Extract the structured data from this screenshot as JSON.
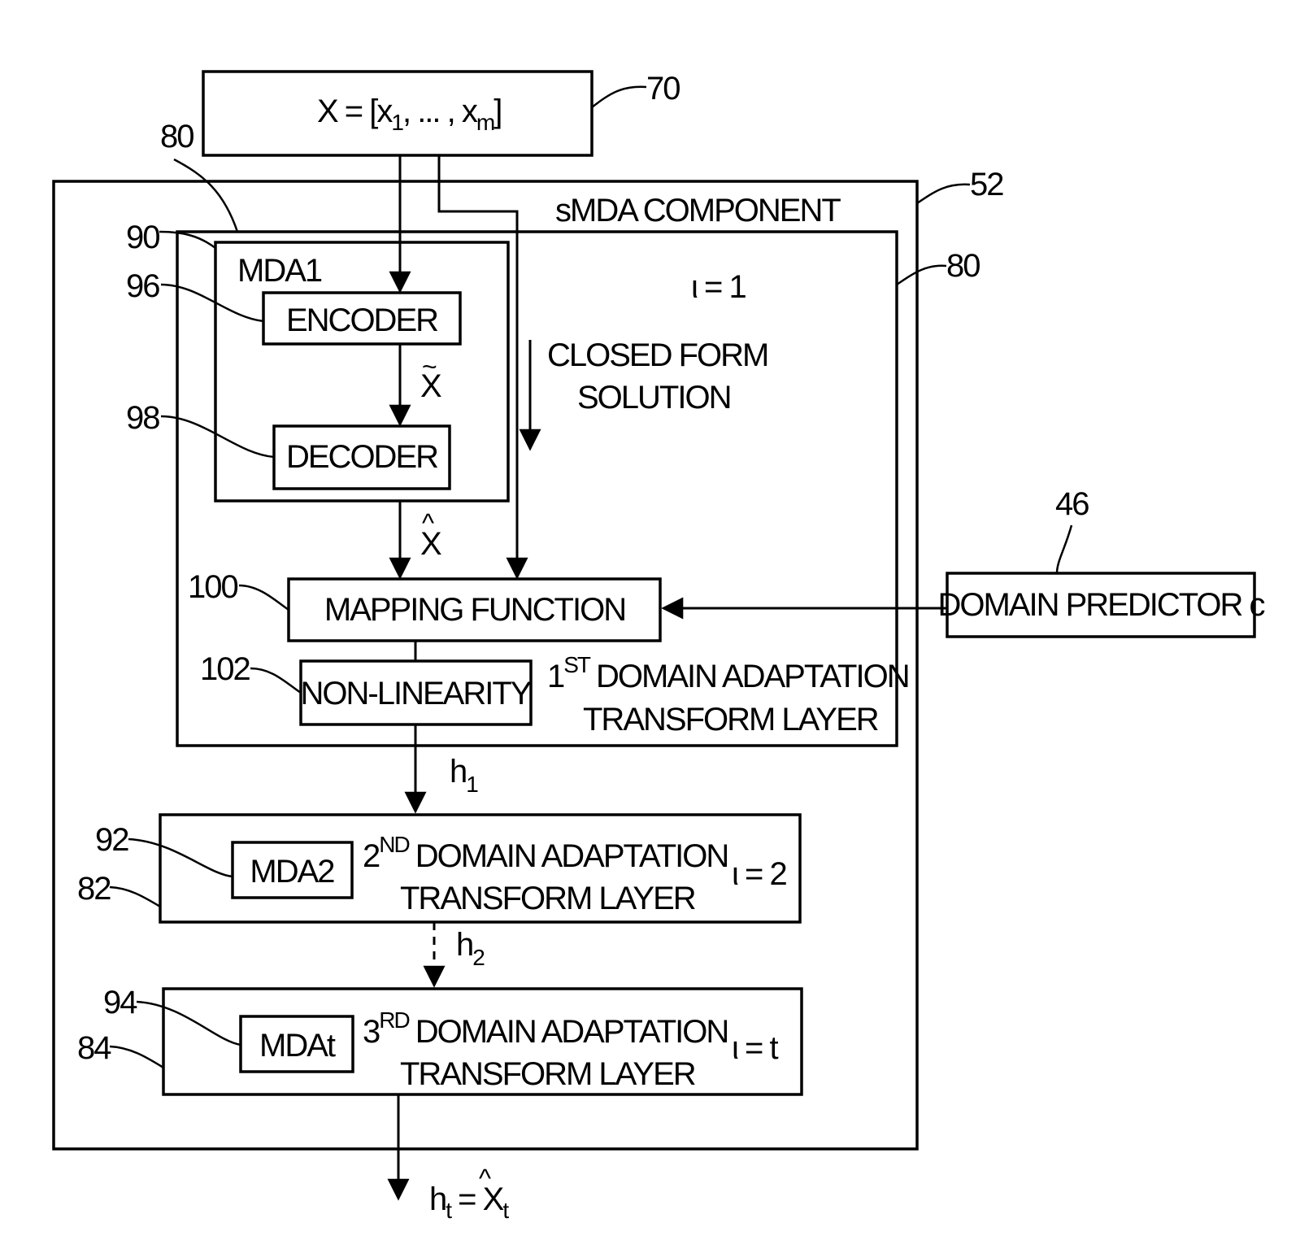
{
  "input": {
    "prefix": "X = [x",
    "sub1": "1",
    "mid": ", ... , x",
    "subm": "m",
    "suffix": "]"
  },
  "smda": {
    "title": "sMDA COMPONENT"
  },
  "layer1": {
    "mda_label": "MDA1",
    "encoder": "ENCODER",
    "decoder": "DECODER",
    "x_tilde": "X",
    "x_hat": "X",
    "iota": "ι = 1",
    "closed_form_line1": "CLOSED FORM",
    "closed_form_line2": "SOLUTION",
    "mapping": "MAPPING FUNCTION",
    "nonlinearity": "NON-LINEARITY",
    "title_num": "1",
    "title_sup": "ST",
    "title_line1": "DOMAIN ADAPTATION",
    "title_line2": "TRANSFORM LAYER"
  },
  "h1": {
    "base": "h",
    "sub": "1"
  },
  "layer2": {
    "mda": "MDA2",
    "title_num": "2",
    "title_sup": "ND",
    "title_line1": "DOMAIN ADAPTATION",
    "title_line2": "TRANSFORM LAYER",
    "iota": "ι = 2"
  },
  "h2": {
    "base": "h",
    "sub": "2"
  },
  "layer3": {
    "mda": "MDAt",
    "title_num": "3",
    "title_sup": "RD",
    "title_line1": "DOMAIN ADAPTATION",
    "title_line2": "TRANSFORM LAYER",
    "iota": "ι = t"
  },
  "output": {
    "h": "h",
    "hsub": "t",
    "eq": " = ",
    "x": "X",
    "xsub": "t"
  },
  "domain_predictor": "DOMAIN PREDICTOR c",
  "refs": {
    "r70": "70",
    "r52": "52",
    "r80a": "80",
    "r80b": "80",
    "r90": "90",
    "r96": "96",
    "r98": "98",
    "r100": "100",
    "r102": "102",
    "r46": "46",
    "r92": "92",
    "r82": "82",
    "r94": "94",
    "r84": "84"
  }
}
